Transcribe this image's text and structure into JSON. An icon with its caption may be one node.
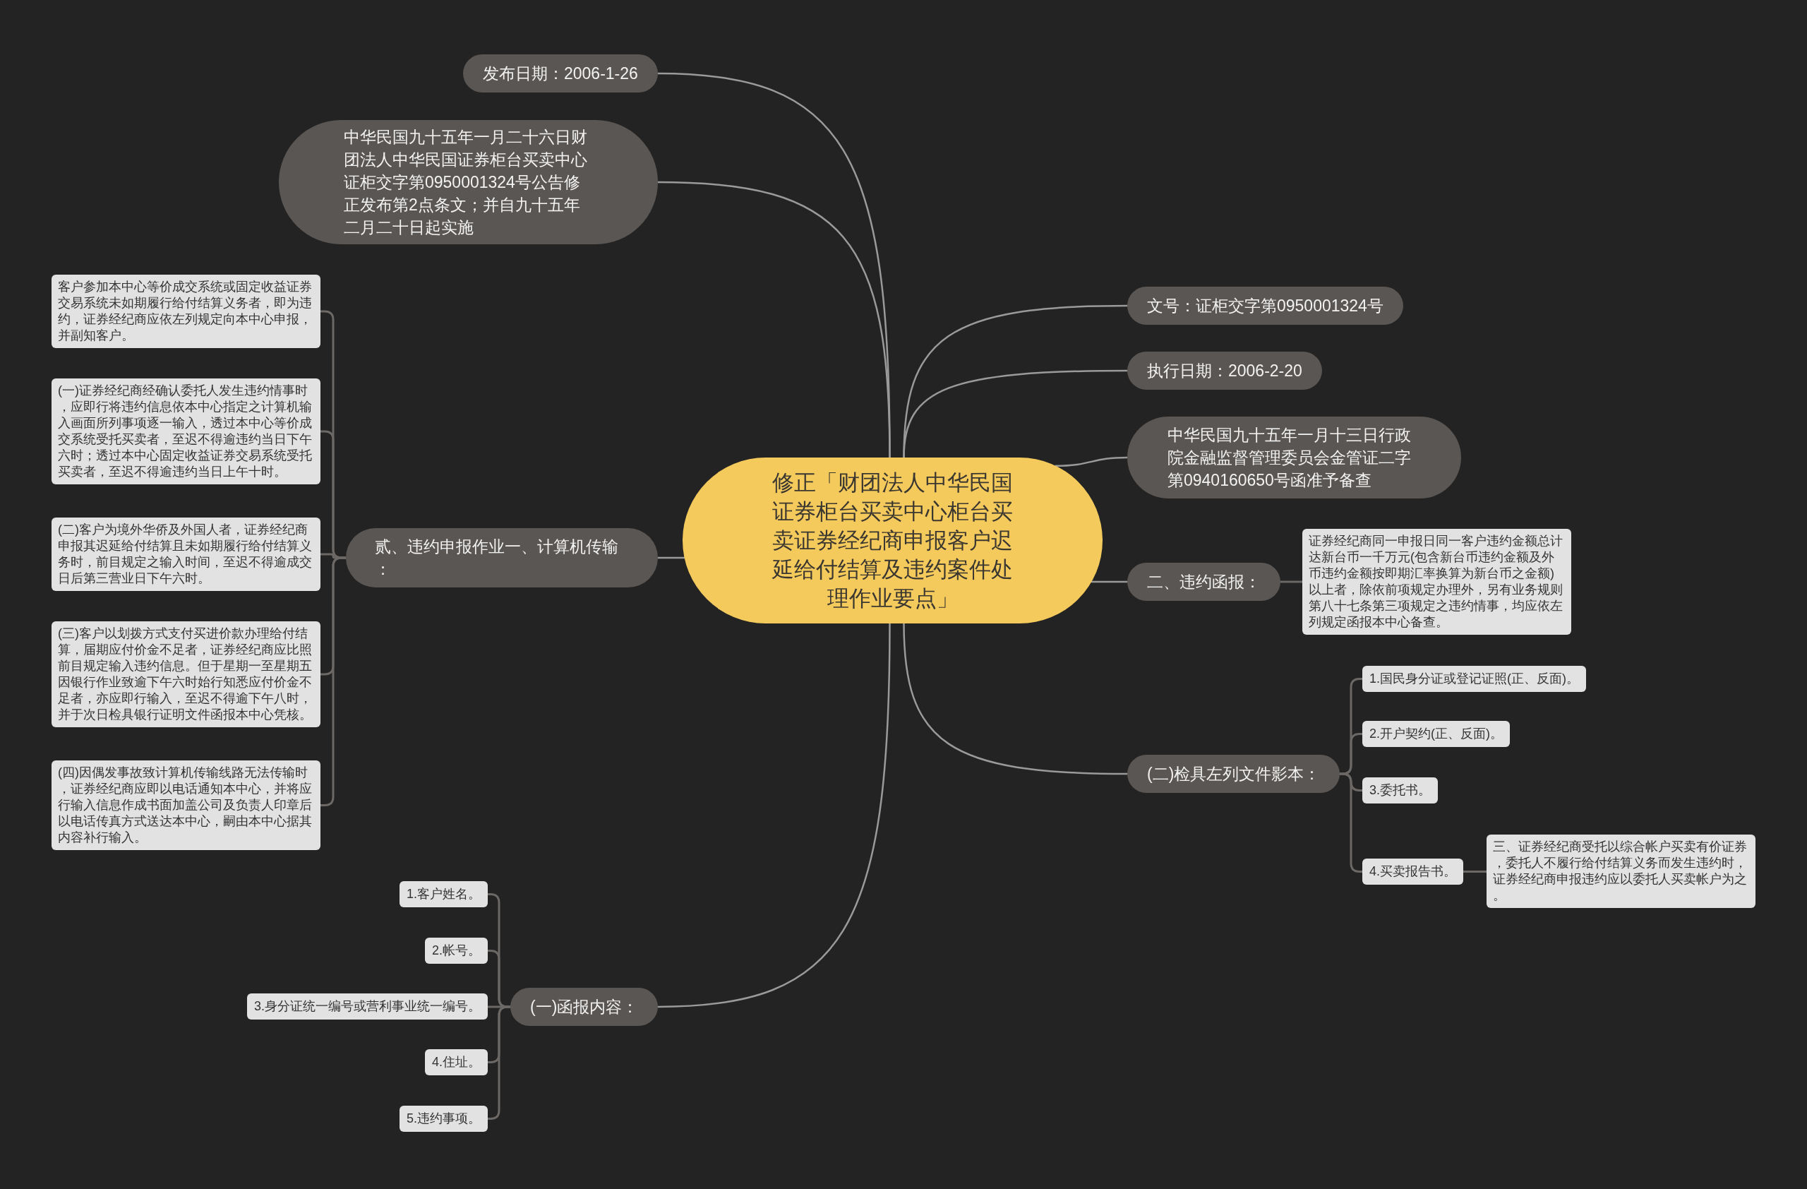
{
  "diagram": {
    "nodes": [
      {
        "text": [
          "修正「财团法人中华民国证券柜台买卖中心柜台买卖证券经纪商申报客户迟延给付结算及违约案件处理作业要点」"
        ]
      },
      {
        "text": [
          "发布日期：2006-1-26"
        ]
      },
      {
        "text": [
          "中华民国九十五年一月二十六日财团法人中华民国证券柜台买卖中心证柜交字第0950001324号公告修正发布第2点条文；并自九十五年二月二十日起实施"
        ]
      },
      {
        "text": [
          "贰、违约申报作业一、计算机传输："
        ]
      },
      {
        "text": [
          "客户参加本中心等价成交系统或固定收益证券交易系统未如期履行给付结算义务者，即为违约，证券经纪商应依左列规定向本中心申报，并副知客户。"
        ]
      },
      {
        "text": [
          "(一)证券经纪商经确认委托人发生违约情事时，应即行将违约信息依本中心指定之计算机输入画面所列事项逐一输入，透过本中心等价成交系统受托买卖者，至迟不得逾违约当日下午六时；透过本中心固定收益证券交易系统受托买卖者，至迟不得逾违约当日上午十时。"
        ]
      },
      {
        "text": [
          "(二)客户为境外华侨及外国人者，证券经纪商申报其迟延给付结算且未如期履行给付结算义务时，前目规定之输入时间，至迟不得逾成交日后第三营业日下午六时。"
        ]
      },
      {
        "text": [
          "(三)客户以划拨方式支付买进价款办理给付结算，届期应付价金不足者，证券经纪商应比照前目规定输入违约信息。但于星期一至星期五因银行作业致逾下午六时始行知悉应付价金不足者，亦应即行输入，至迟不得逾下午八时，并于次日检具银行证明文件函报本中心凭核。"
        ]
      },
      {
        "text": [
          "(四)因偶发事故致计算机传输线路无法传输时，证券经纪商应即以电话通知本中心，并将应行输入信息作成书面加盖公司及负责人印章后以电话传真方式送达本中心，嗣由本中心据其内容补行输入。"
        ]
      },
      {
        "text": [
          "(一)函报内容："
        ]
      },
      {
        "text": [
          "1.客户姓名。"
        ]
      },
      {
        "text": [
          "2.帐号。"
        ]
      },
      {
        "text": [
          "3.身分证统一编号或营利事业统一编号。"
        ]
      },
      {
        "text": [
          "4.住址。"
        ]
      },
      {
        "text": [
          "5.违约事项。"
        ]
      },
      {
        "text": [
          "文号：证柜交字第0950001324号"
        ]
      },
      {
        "text": [
          "执行日期：2006-2-20"
        ]
      },
      {
        "text": [
          "中华民国九十五年一月十三日行政院金融监督管理委员会金管证二字第0940160650号函准予备查"
        ]
      },
      {
        "text": [
          "二、违约函报："
        ]
      },
      {
        "text": [
          "证券经纪商同一申报日同一客户违约金额总计达新台币一千万元(包含新台币违约金额及外币违约金额按即期汇率换算为新台币之金额)以上者，除依前项规定办理外，另有业务规则第八十七条第三项规定之违约情事，均应依左列规定函报本中心备查。"
        ]
      },
      {
        "text": [
          "(二)检具左列文件影本："
        ]
      },
      {
        "text": [
          "1.国民身分证或登记证照(正、反面)。"
        ]
      },
      {
        "text": [
          "2.开户契约(正、反面)。"
        ]
      },
      {
        "text": [
          "3.委托书。"
        ]
      },
      {
        "text": [
          "4.买卖报告书。"
        ]
      },
      {
        "text": [
          "三、证券经纪商受托以综合帐户买卖有价证券，委托人不履行给付结算义务而发生违约时，证券经纪商申报违约应以委托人买卖帐户为之。"
        ]
      }
    ],
    "edges": [
      {
        "from": 0,
        "to": 1,
        "arrow": "none",
        "color": "#9a9a9a"
      },
      {
        "from": 0,
        "to": 2,
        "arrow": "none",
        "color": "#9a9a9a"
      },
      {
        "from": 0,
        "to": 3,
        "arrow": "none",
        "color": "#9a9a9a"
      },
      {
        "from": 3,
        "to": 4,
        "arrow": "none"
      },
      {
        "from": 3,
        "to": 5,
        "arrow": "none"
      },
      {
        "from": 3,
        "to": 6,
        "arrow": "none"
      },
      {
        "from": 3,
        "to": 7,
        "arrow": "none"
      },
      {
        "from": 3,
        "to": 8,
        "arrow": "none"
      },
      {
        "from": 0,
        "to": 9,
        "arrow": "none",
        "color": "#9a9a9a"
      },
      {
        "from": 9,
        "to": 10,
        "arrow": "none"
      },
      {
        "from": 9,
        "to": 11,
        "arrow": "none"
      },
      {
        "from": 9,
        "to": 12,
        "arrow": "none"
      },
      {
        "from": 9,
        "to": 13,
        "arrow": "none"
      },
      {
        "from": 9,
        "to": 14,
        "arrow": "none"
      },
      {
        "from": 0,
        "to": 15,
        "arrow": "none",
        "color": "#9a9a9a"
      },
      {
        "from": 0,
        "to": 16,
        "arrow": "none",
        "color": "#9a9a9a"
      },
      {
        "from": 0,
        "to": 17,
        "arrow": "none",
        "color": "#9a9a9a"
      },
      {
        "from": 0,
        "to": 18,
        "arrow": "none",
        "color": "#9a9a9a"
      },
      {
        "from": 18,
        "to": 19,
        "arrow": "none"
      },
      {
        "from": 0,
        "to": 20,
        "arrow": "none",
        "color": "#9a9a9a"
      },
      {
        "from": 20,
        "to": 21,
        "arrow": "none"
      },
      {
        "from": 20,
        "to": 22,
        "arrow": "none"
      },
      {
        "from": 20,
        "to": 23,
        "arrow": "none"
      },
      {
        "from": 20,
        "to": 24,
        "arrow": "none"
      },
      {
        "from": 24,
        "to": 25,
        "arrow": "none"
      }
    ]
  }
}
